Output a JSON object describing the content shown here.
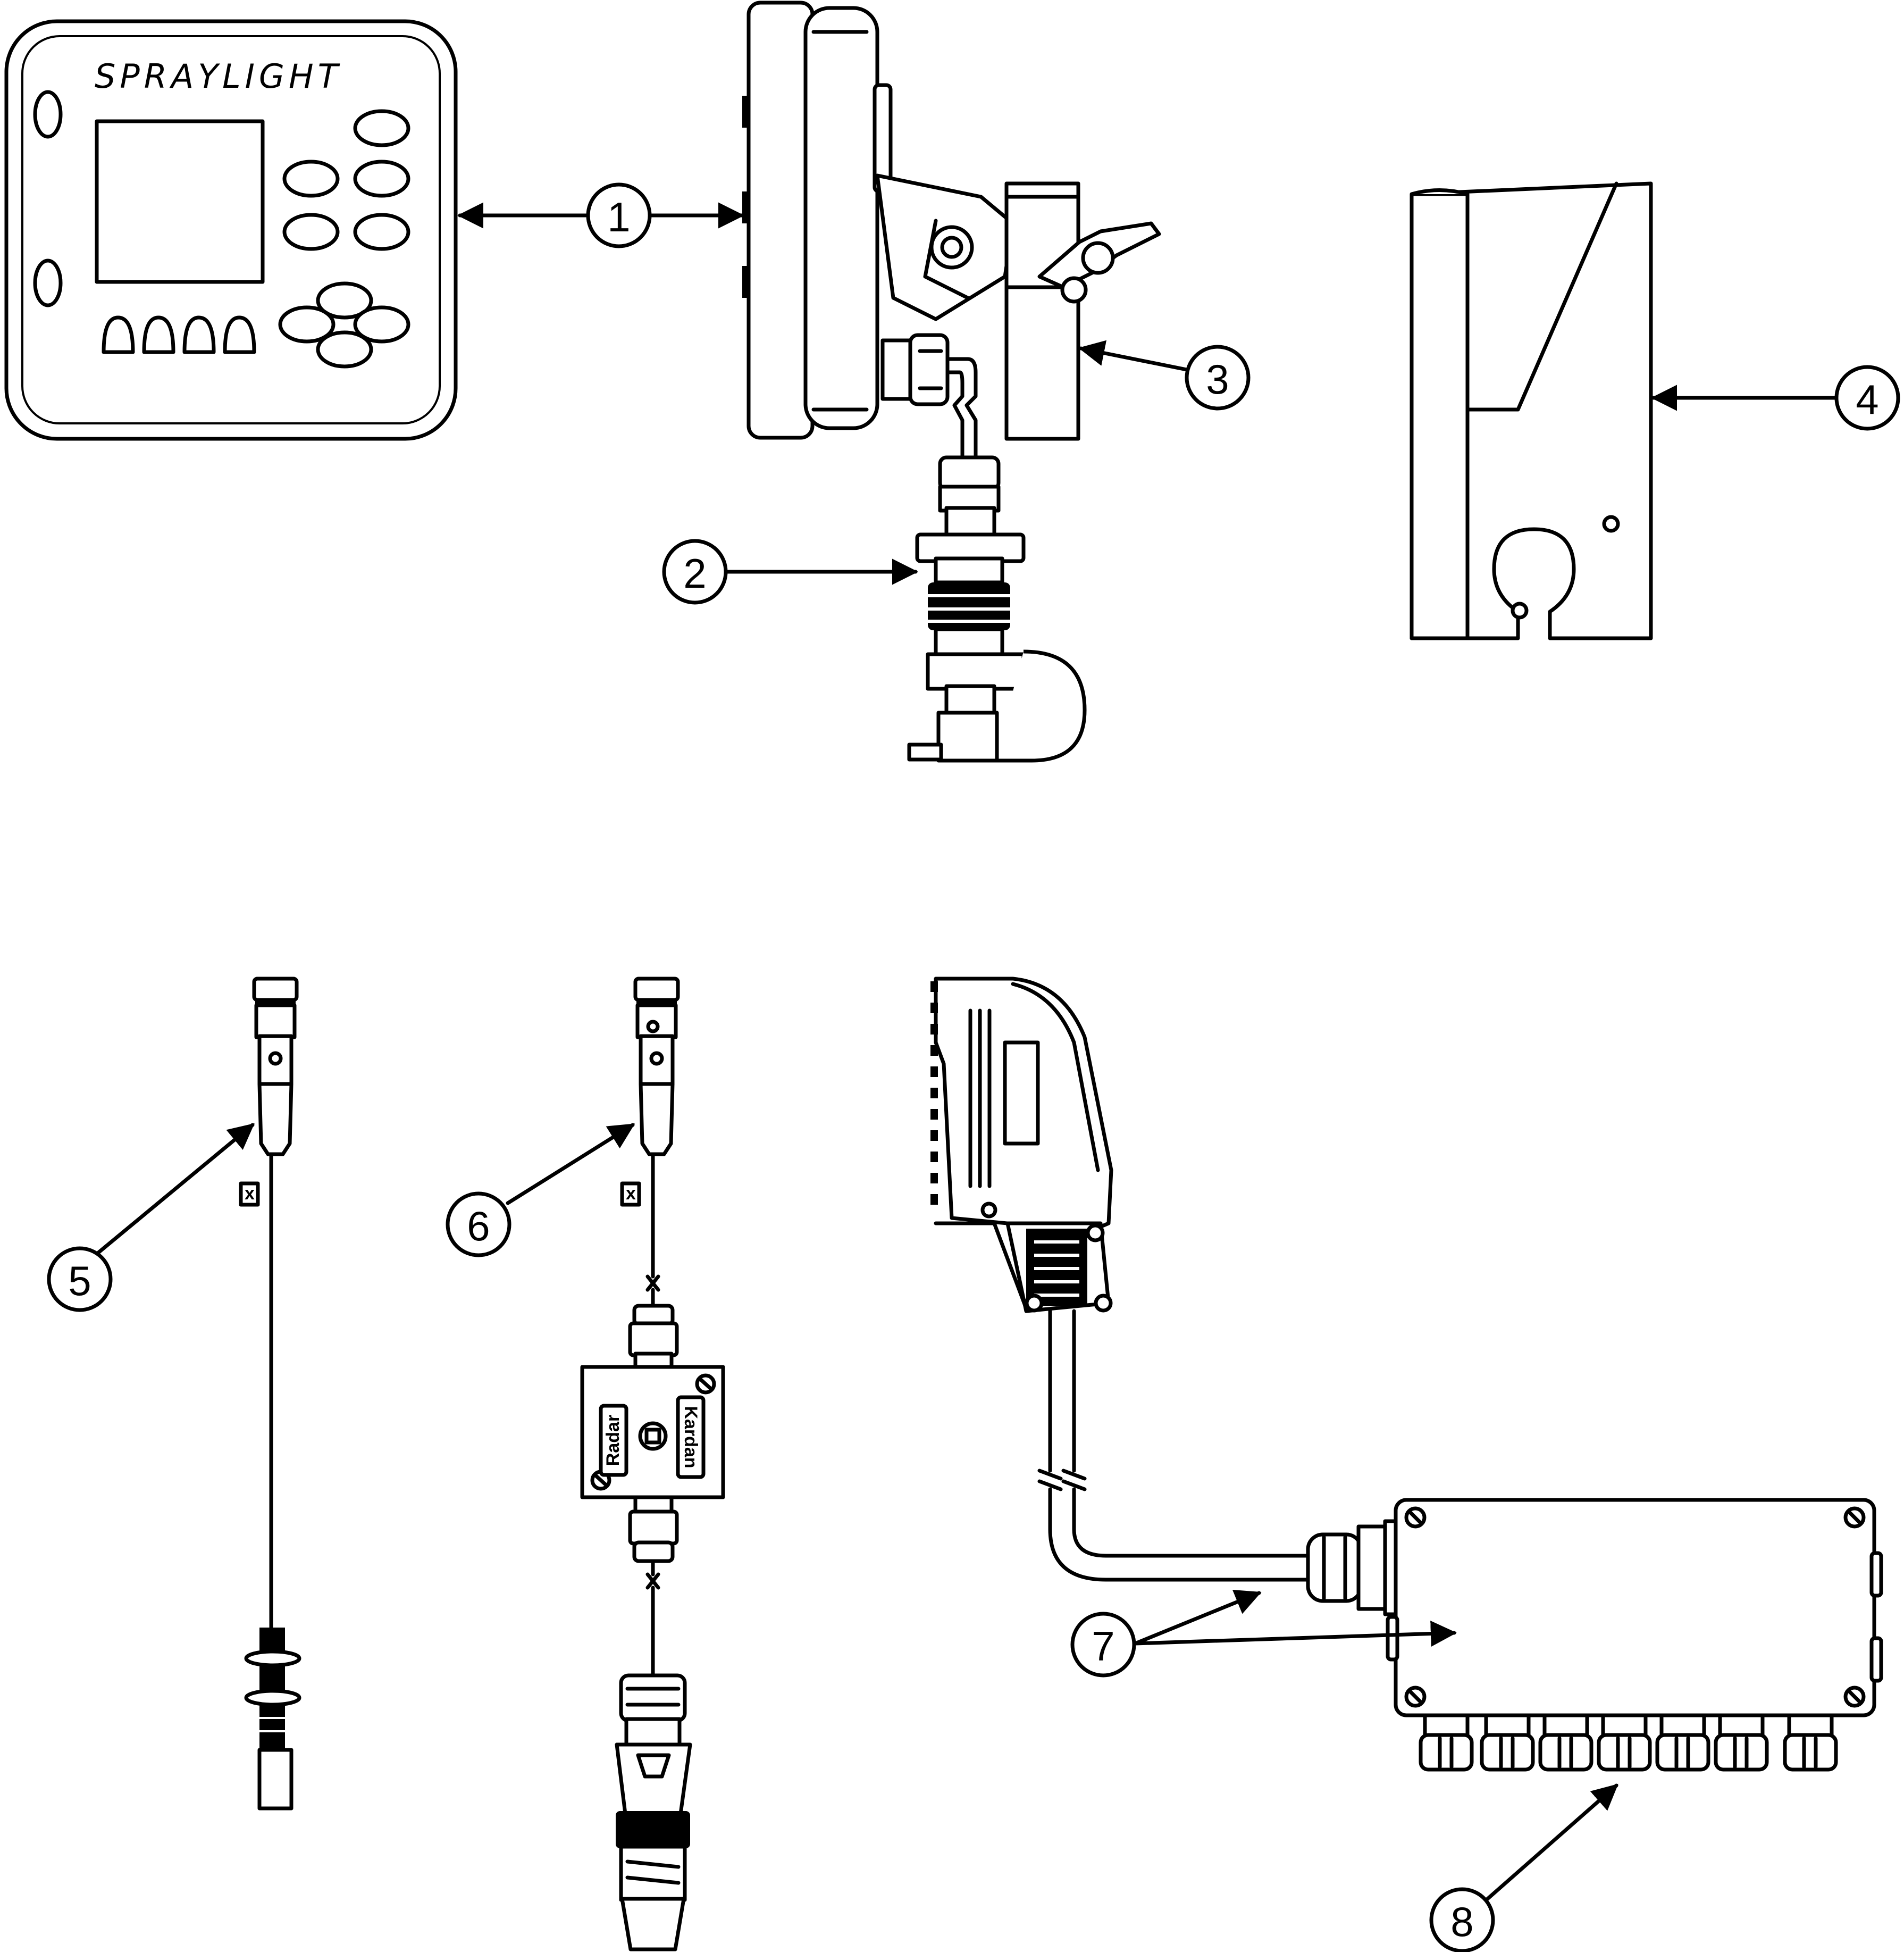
{
  "console": {
    "brand": "SPRAYLIGHT"
  },
  "junction_box": {
    "label_left": "Radar",
    "label_right": "Kardan"
  },
  "callouts": [
    "1",
    "2",
    "3",
    "4",
    "5",
    "6",
    "7",
    "8"
  ]
}
